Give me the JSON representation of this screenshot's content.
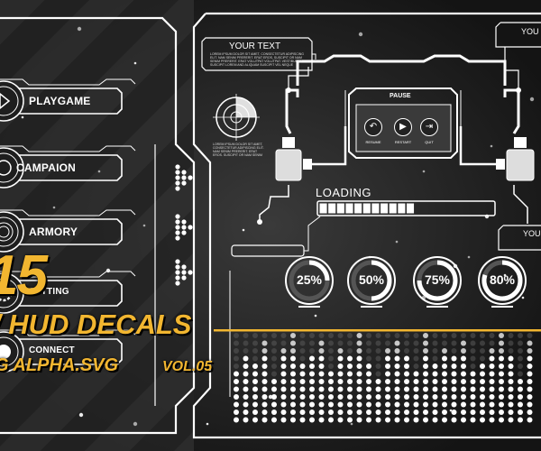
{
  "menu": {
    "items": [
      {
        "label": "PLAYGAME",
        "icon": "play-icon"
      },
      {
        "label": "CAMPAION",
        "icon": "target-icon"
      },
      {
        "label": "ARMORY",
        "icon": "shield-icon"
      },
      {
        "label": "SETTING",
        "icon": "gear-icon"
      },
      {
        "label": "CONNECT",
        "icon": "facebook-icon"
      }
    ]
  },
  "callouts": {
    "top_left_title": "YOUR TEXT",
    "top_left_body": "LOREM IPSUM DOLOR SIT AMET, CONSECTETUR ADIPISCING ELIT. NAM SENIM PRERERIT. ERAT EROS, SUSCIPIT OR NAM SENIM PRERERIT. ERAT VOLUTPAT VOLUTPAT. VESTIBULUM SUSCIPIT LOREM AND ALIQUAM SUSCIPIT VEL NEQUE",
    "top_right_title": "YOU",
    "mid_right_title": "YOU",
    "radar_body": "LOREM IPSUM DOLOR SIT AMET, CONSECTETUR ADIPISCING ELIT. NAM SENIM PRERERIT. ERAT EROS. SUSCIPIT OR NAM SENIM"
  },
  "pause_panel": {
    "title": "PAUSE",
    "buttons": [
      {
        "label": "RESUME",
        "icon": "resume-icon"
      },
      {
        "label": "RESTART",
        "icon": "play-icon"
      },
      {
        "label": "QUIT",
        "icon": "exit-icon"
      }
    ]
  },
  "loading": {
    "label": "LOADING",
    "progress": 0.55,
    "segments": 20
  },
  "gauges": [
    {
      "label": "25%",
      "value": 25
    },
    {
      "label": "50%",
      "value": 50
    },
    {
      "label": "75%",
      "value": 75
    },
    {
      "label": "80%",
      "value": 80
    }
  ],
  "overlay": {
    "big": "15",
    "line1": "/ HUD DECALS",
    "line2": "G ALPHA.SVG",
    "vol": "VOL.05"
  },
  "colors": {
    "accent": "#f2b630",
    "line": "#ffffff",
    "background": "#1b1b1b"
  }
}
